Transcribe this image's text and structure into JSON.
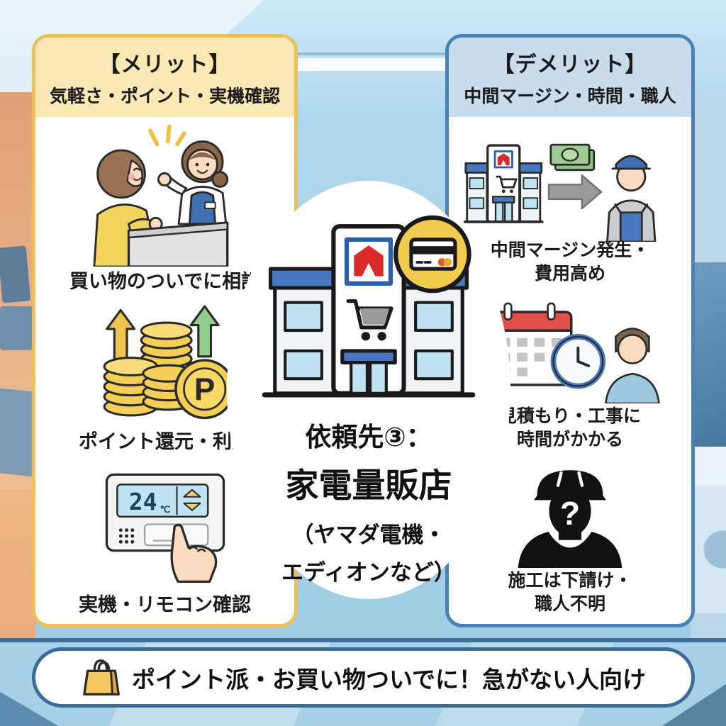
{
  "colors": {
    "merit_border": "#EBC05A",
    "merit_header_bg": "#FAE9B5",
    "demerit_border": "#4A82B8",
    "demerit_header_bg": "#C9DCEC",
    "banner_border": "#3A6C96",
    "store_logo_red": "#D92B2B",
    "store_accent_blue": "#4A78C0",
    "coin_gold": "#F5CE58",
    "background_blue": "#A5D2E8"
  },
  "left_panel": {
    "title": "【メリット】",
    "subtitle": "気軽さ・ポイント・実機確認",
    "items": [
      {
        "icon": "customer-clerk-consultation-illustration",
        "label": "買い物のついでに相談"
      },
      {
        "icon": "point-coins-illustration",
        "label": "ポイント還元・利用",
        "coin_letter": "P"
      },
      {
        "icon": "remote-control-illustration",
        "label": "実機・リモコン確認",
        "display_value": "24",
        "display_unit": "℃"
      }
    ]
  },
  "right_panel": {
    "title": "【デメリット】",
    "subtitle": "中間マージン・時間・職人",
    "items": [
      {
        "icon": "store-money-worker-illustration",
        "lines": [
          "中間マージン発生・",
          "費用高め"
        ]
      },
      {
        "icon": "calendar-clock-person-illustration",
        "lines": [
          "見積もり・工事に",
          "時間がかかる"
        ]
      },
      {
        "icon": "unknown-worker-silhouette-icon",
        "lines": [
          "施工は下請け・",
          "職人不明"
        ],
        "glyph": "?"
      }
    ]
  },
  "center": {
    "icon": "electronics-store-building-icon",
    "badge_icon": "credit-card-badge-icon",
    "lines": [
      "依頼先③：",
      "家電量販店",
      "（ヤマダ電機・",
      "エディオンなど）"
    ]
  },
  "banner": {
    "icon": "shopping-bag-icon",
    "text": "ポイント派・お買い物ついでに！急がない人向け"
  }
}
